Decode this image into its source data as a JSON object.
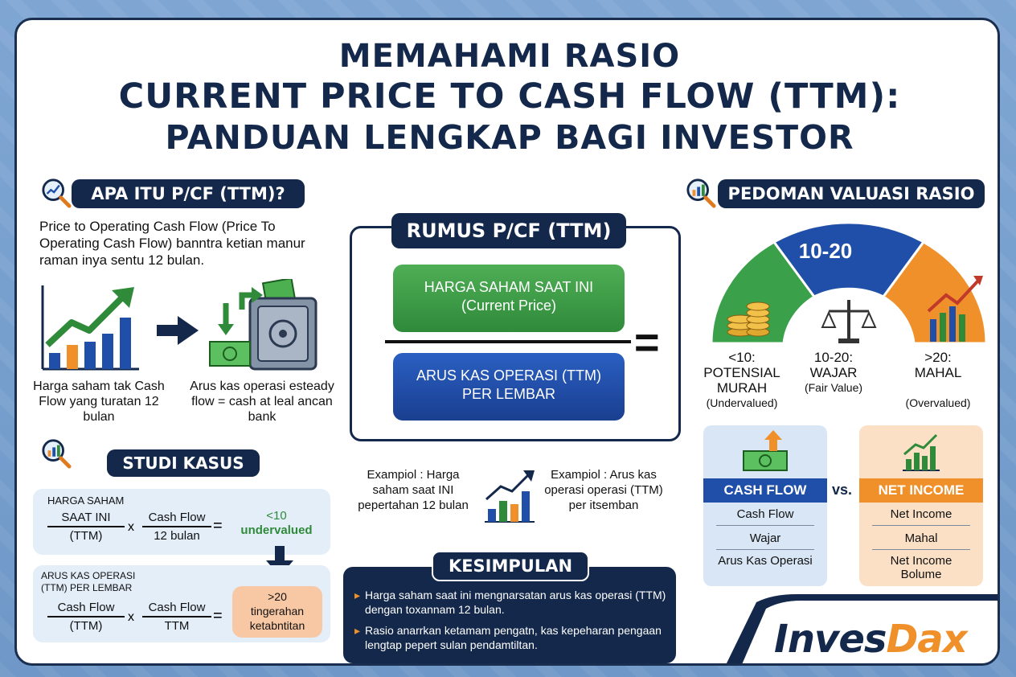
{
  "title": {
    "line1": "MEMAHAMI RASIO",
    "line2": "CURRENT PRICE TO CASH FLOW (TTM):",
    "line3": "PANDUAN LENGKAP BAGI INVESTOR"
  },
  "apa_itu": {
    "heading": "APA ITU P/CF (TTM)?",
    "description": "Price to Operating Cash Flow (Price To Operating Cash Flow) banntra ketian manur raman inya sentu 12 bulan.",
    "caption_left": "Harga saham tak Cash Flow yang turatan 12 bulan",
    "caption_right": "Arus kas operasi esteady flow = cash at leal ancan bank"
  },
  "rumus": {
    "heading": "RUMUS P/CF (TTM)",
    "numerator_line1": "HARGA SAHAM SAAT INI",
    "numerator_line2": "(Current Price)",
    "denominator_line1": "ARUS KAS OPERASI (TTM)",
    "denominator_line2": "PER LEMBAR",
    "equals": "="
  },
  "example": {
    "left": "Exampiol : Harga saham saat INI pepertahan 12 bulan",
    "right": "Exampiol : Arus kas operasi operasi (TTM) per itsemban"
  },
  "studi": {
    "heading": "STUDI KASUS",
    "box1_label": "HARGA SAHAM",
    "box1_num": "SAAT INI",
    "box1_den": "(TTM)",
    "times": "x",
    "box1_num2": "Cash Flow",
    "box1_den2": "12 bulan",
    "eq": "=",
    "result1_line1": "<10",
    "result1_line2": "undervalued",
    "box2_label_line1": "ARUS KAS OPERASI",
    "box2_label_line2": "(TTM) PER LEMBAR",
    "box2_num": "Cash Flow",
    "box2_den": "(TTM)",
    "box2_num2": "Cash Flow",
    "box2_den2": "TTM",
    "result2_line1": ">20",
    "result2_line2": "tingerahan",
    "result2_line3": "ketabntitan"
  },
  "pedoman": {
    "heading": "PEDOMAN VALUASI RASIO",
    "gauge_middle": "10-20",
    "low_value": "<10:",
    "low_label_line1": "POTENSIAL",
    "low_label_line2": "MURAH",
    "low_sub": "(Undervalued)",
    "mid_value": "10-20:",
    "mid_label": "WAJAR",
    "mid_sub": "(Fair Value)",
    "high_value": ">20:",
    "high_label": "MAHAL",
    "high_sub": "(Overvalued)"
  },
  "vs": {
    "left_title": "CASH FLOW",
    "left_items": [
      "Cash Flow",
      "Wajar",
      "Arus Kas Operasi"
    ],
    "vs_text": "vs.",
    "right_title": "NET INCOME",
    "right_items": [
      "Net Income",
      "Mahal",
      "Net Income Bolume"
    ]
  },
  "kesimpulan": {
    "heading": "KESIMPULAN",
    "points": [
      "Harga saham saat ini mengnarsatan arus kas operasi (TTM) dengan toxannam 12 bulan.",
      "Rasio anarrkan ketamam pengatn, kas kepeharan pengaan lengtap pepert sulan pendamtiltan."
    ]
  },
  "brand": {
    "part1": "Inves",
    "part2": "Dax"
  },
  "colors": {
    "navy": "#13284a",
    "green": "#3a9a3f",
    "blue": "#1f4fa8",
    "orange": "#f0902a"
  }
}
